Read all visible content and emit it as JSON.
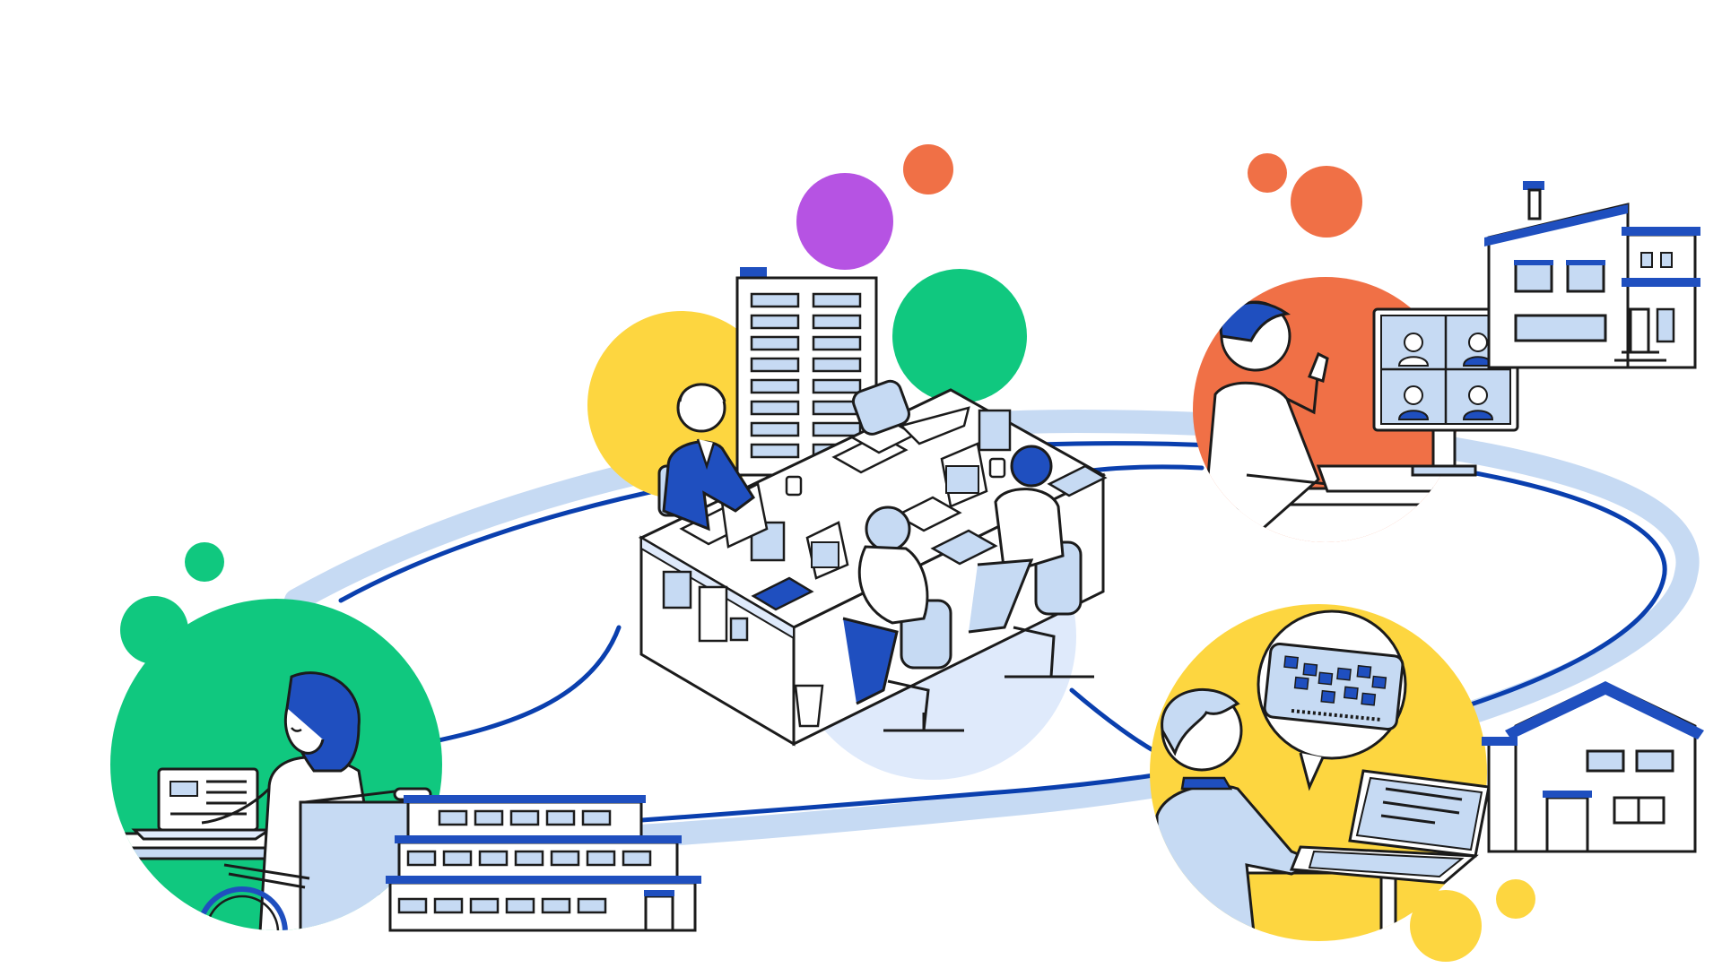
{
  "illustration": {
    "theme": "hybrid-work-network",
    "scenes": [
      {
        "id": "wheelchair-worker-office",
        "icons": [
          "person-icon",
          "wheelchair-icon",
          "laptop-icon",
          "office-building-icon"
        ]
      },
      {
        "id": "central-office-team",
        "icons": [
          "person-icon",
          "desk-icon",
          "laptop-icon",
          "office-tower-icon",
          "office-chair-icon"
        ]
      },
      {
        "id": "video-meeting-home",
        "icons": [
          "person-icon",
          "monitor-icon",
          "video-call-icon",
          "house-icon"
        ]
      },
      {
        "id": "thinking-worker-home",
        "icons": [
          "person-icon",
          "laptop-icon",
          "speech-bubble-icon",
          "house-icon"
        ]
      }
    ]
  },
  "colors": {
    "navy": "#1f4fbf",
    "deep_blue": "#0a3fae",
    "light_blue": "#c6daf3",
    "pale_blue": "#dfeafb",
    "yellow": "#fdd640",
    "green": "#10c87f",
    "orange": "#f07046",
    "purple": "#b653e3",
    "line": "#1b1b1b",
    "white": "#ffffff"
  }
}
